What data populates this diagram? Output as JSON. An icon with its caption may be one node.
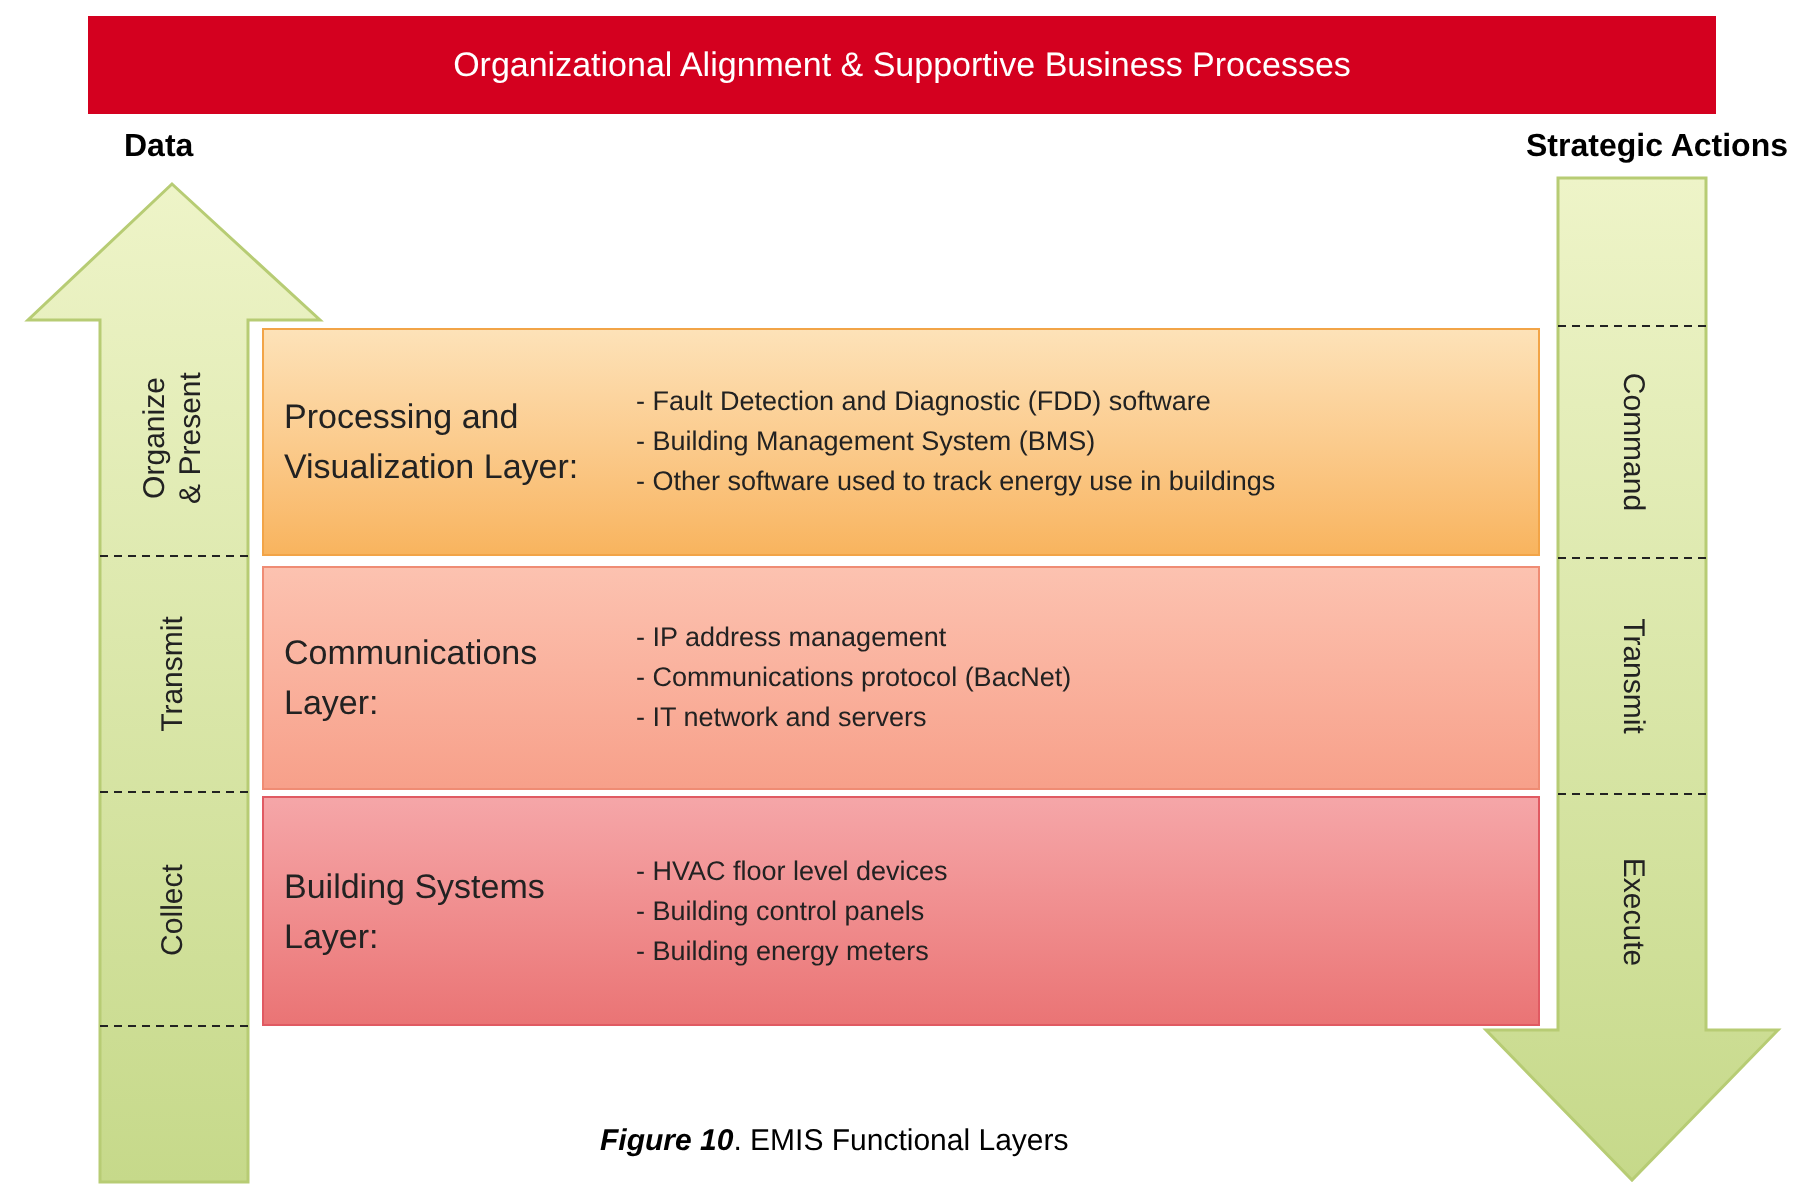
{
  "diagram": {
    "caption": "**Figure 10**. EMIS Functional Layers",
    "nodes": [
      {
        "text": [
          "Organizational Alignment & Supportive Business Processes"
        ]
      },
      {
        "text": [
          "Organize & Present",
          "Transmit",
          "Collect"
        ]
      },
      {
        "text": [
          "Command",
          "Transmit",
          "Execute"
        ]
      },
      {
        "text": [
          "Processing and Visualization Layer:",
          "- Fault Detection and Diagnostic (FDD) software",
          "- Building Management System (BMS)",
          "- Other software used to track energy use in buildings"
        ]
      },
      {
        "text": [
          "Communications Layer:",
          "- IP address management",
          "- Communications protocol (BacNet)",
          "- IT network and servers"
        ]
      },
      {
        "text": [
          "Building Systems Layer:",
          "- HVAC floor level devices",
          "- Building control panels",
          "- Building energy meters"
        ]
      }
    ],
    "labels": [
      "Data",
      "Strategic Actions"
    ]
  }
}
